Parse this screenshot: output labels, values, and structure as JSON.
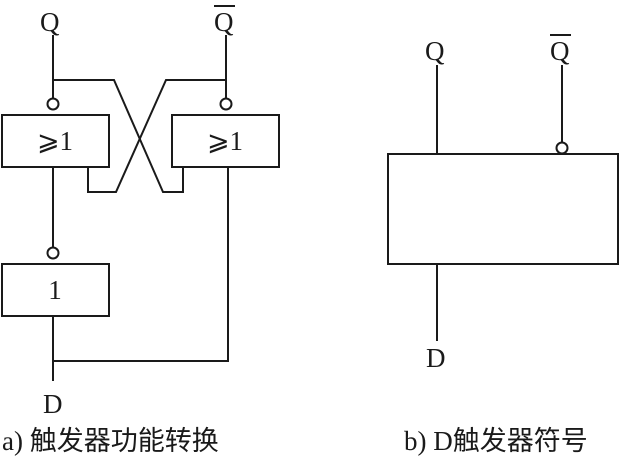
{
  "left_circuit": {
    "output_q": "Q",
    "output_q_bar": "Q",
    "nor_gate_left": "⩾1",
    "nor_gate_right": "⩾1",
    "inverter": "1",
    "input_d": "D",
    "caption": "a) 触发器功能转换"
  },
  "right_symbol": {
    "output_q": "Q",
    "output_q_bar": "Q",
    "input_d": "D",
    "caption": "b) D触发器符号"
  }
}
